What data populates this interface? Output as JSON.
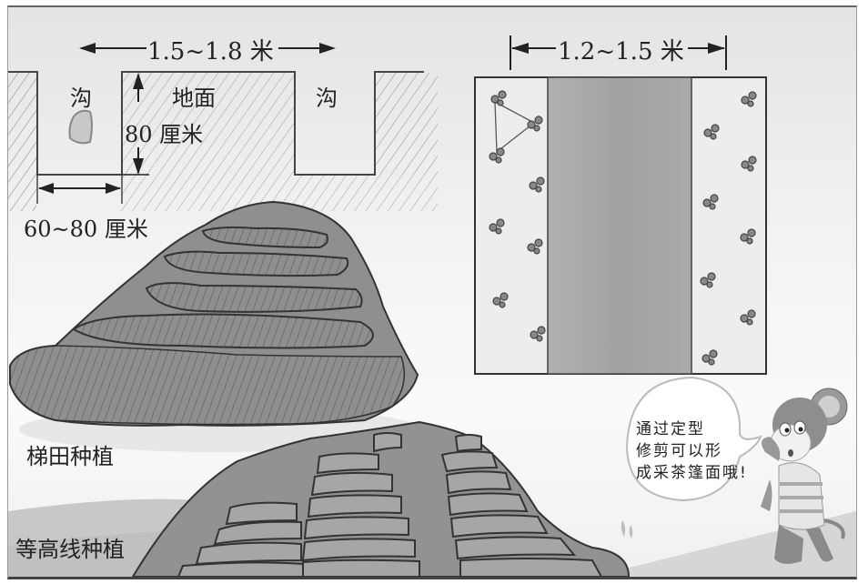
{
  "trench_diagram": {
    "width_label": "1.5~1.8 米",
    "trench_left_label": "沟",
    "ground_label": "地面",
    "trench_right_label": "沟",
    "depth_label": "80 厘米",
    "trench_width_label": "60~80 厘米"
  },
  "row_spacing_diagram": {
    "width_label": "1.2~1.5 米"
  },
  "terrace_label": "梯田种植",
  "contour_label": "等高线种植",
  "speech_bubble": {
    "lines": [
      "通过定型",
      "修剪可以形",
      "成采茶篷面哦!"
    ]
  },
  "colors": {
    "hill_fill": "#8c8c8c",
    "center_strip": "#a8a8a8",
    "side_strip": "#ececec",
    "outline": "#333333"
  }
}
